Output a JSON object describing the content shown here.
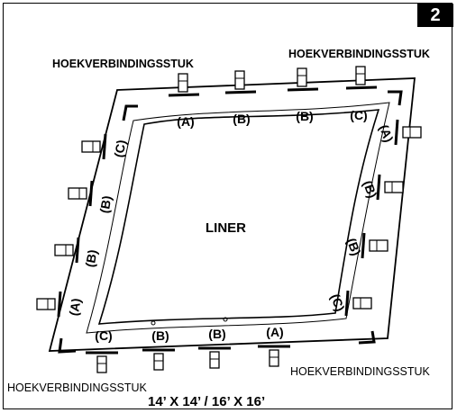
{
  "step_number": "2",
  "corner_labels": {
    "top_left": "HOEKVERBINDINGSSTUK",
    "top_right": "HOEKVERBINDINGSSTUK",
    "bottom_right": "HOEKVERBINDINGSSTUK",
    "bottom_left": "HOEKVERBINDINGSSTUK"
  },
  "center_label": "LINER",
  "size_caption": "14’ X 14’ / 16’ X 16’",
  "part_labels": {
    "top": [
      "(A)",
      "(B)",
      "(B)",
      "(C)"
    ],
    "right": [
      "(A)",
      "(B)",
      "(B)",
      "(C)"
    ],
    "bottom": [
      "(C)",
      "(B)",
      "(B)",
      "(A)"
    ],
    "left": [
      "(C)",
      "(B)",
      "(B)",
      "(A)"
    ]
  }
}
